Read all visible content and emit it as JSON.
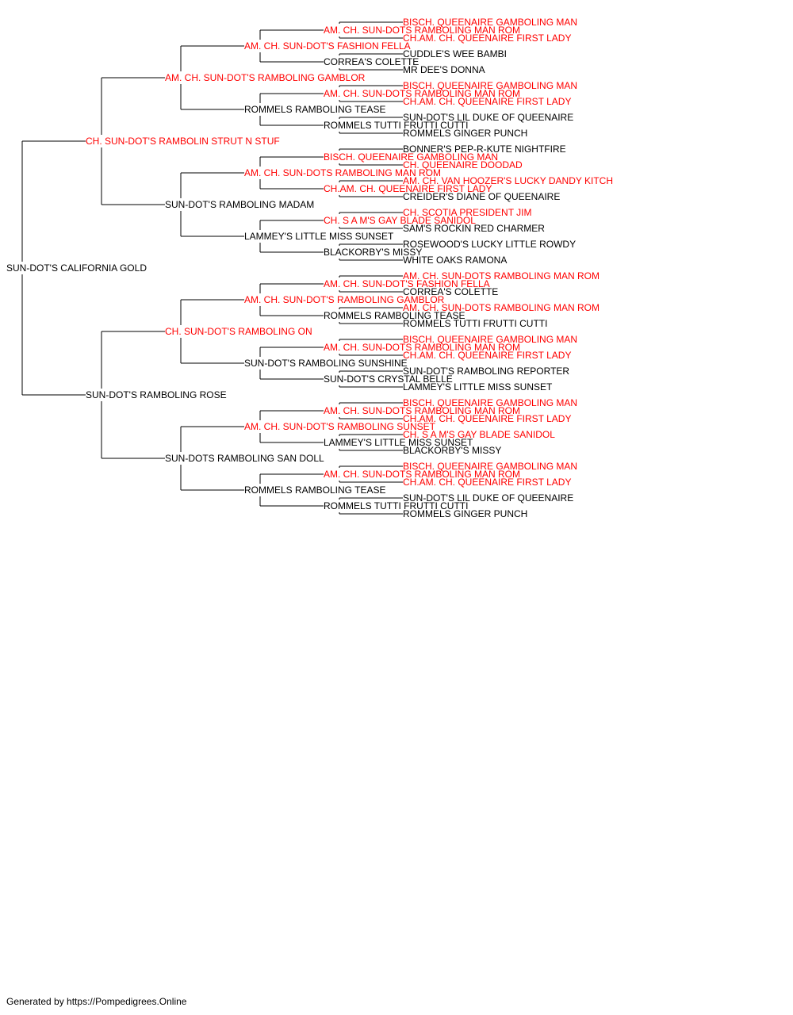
{
  "colors": {
    "titled": "#ff0000",
    "plain": "#000000",
    "line": "#000000"
  },
  "pedigree": {
    "name": "SUN-DOT'S CALIFORNIA GOLD",
    "titled": false,
    "sire": {
      "name": "CH. SUN-DOT'S RAMBOLIN STRUT N STUF",
      "titled": true,
      "sire": {
        "name": "AM. CH. SUN-DOT'S RAMBOLING GAMBLOR",
        "titled": true,
        "sire": {
          "name": "AM. CH. SUN-DOT'S FASHION FELLA",
          "titled": true,
          "sire": {
            "name": "AM. CH. SUN-DOTS RAMBOLING MAN ROM",
            "titled": true,
            "sire": {
              "name": "BISCH. QUEENAIRE GAMBOLING MAN",
              "titled": true
            },
            "dam": {
              "name": "CH.AM. CH. QUEENAIRE FIRST LADY",
              "titled": true
            }
          },
          "dam": {
            "name": "CORREA'S COLETTE",
            "titled": false,
            "sire": {
              "name": "CUDDLE'S WEE BAMBI",
              "titled": false
            },
            "dam": {
              "name": "MR DEE'S DONNA",
              "titled": false
            }
          }
        },
        "dam": {
          "name": "ROMMELS RAMBOLING TEASE",
          "titled": false,
          "sire": {
            "name": "AM. CH. SUN-DOTS RAMBOLING MAN ROM",
            "titled": true,
            "sire": {
              "name": "BISCH. QUEENAIRE GAMBOLING MAN",
              "titled": true
            },
            "dam": {
              "name": "CH.AM. CH. QUEENAIRE FIRST LADY",
              "titled": true
            }
          },
          "dam": {
            "name": "ROMMELS TUTTI FRUTTI CUTTI",
            "titled": false,
            "sire": {
              "name": "SUN-DOT'S LIL DUKE OF QUEENAIRE",
              "titled": false
            },
            "dam": {
              "name": "ROMMELS GINGER PUNCH",
              "titled": false
            }
          }
        }
      },
      "dam": {
        "name": "SUN-DOT'S RAMBOLING MADAM",
        "titled": false,
        "sire": {
          "name": "AM. CH. SUN-DOTS RAMBOLING MAN ROM",
          "titled": true,
          "sire": {
            "name": "BISCH. QUEENAIRE GAMBOLING MAN",
            "titled": true,
            "sire": {
              "name": "BONNER'S PEP-R-KUTE NIGHTFIRE",
              "titled": false
            },
            "dam": {
              "name": "CH. QUEENAIRE DOODAD",
              "titled": true
            }
          },
          "dam": {
            "name": "CH.AM. CH. QUEENAIRE FIRST LADY",
            "titled": true,
            "sire": {
              "name": "AM. CH. VAN HOOZER'S LUCKY DANDY KITCH",
              "titled": true
            },
            "dam": {
              "name": "CREIDER'S DIANE OF QUEENAIRE",
              "titled": false
            }
          }
        },
        "dam": {
          "name": "LAMMEY'S LITTLE MISS SUNSET",
          "titled": false,
          "sire": {
            "name": "CH. S A M'S GAY BLADE SANIDOL",
            "titled": true,
            "sire": {
              "name": "CH. SCOTIA PRESIDENT JIM",
              "titled": true
            },
            "dam": {
              "name": "SAM'S ROCKIN RED CHARMER",
              "titled": false
            }
          },
          "dam": {
            "name": "BLACKORBY'S MISSY",
            "titled": false,
            "sire": {
              "name": "ROSEWOOD'S LUCKY LITTLE ROWDY",
              "titled": false
            },
            "dam": {
              "name": "WHITE OAKS RAMONA",
              "titled": false
            }
          }
        }
      }
    },
    "dam": {
      "name": "SUN-DOT'S RAMBOLING ROSE",
      "titled": false,
      "sire": {
        "name": "CH. SUN-DOT'S RAMBOLING ON",
        "titled": true,
        "sire": {
          "name": "AM. CH. SUN-DOT'S RAMBOLING GAMBLOR",
          "titled": true,
          "sire": {
            "name": "AM. CH. SUN-DOT'S FASHION FELLA",
            "titled": true,
            "sire": {
              "name": "AM. CH. SUN-DOTS RAMBOLING MAN ROM",
              "titled": true
            },
            "dam": {
              "name": "CORREA'S COLETTE",
              "titled": false
            }
          },
          "dam": {
            "name": "ROMMELS RAMBOLING TEASE",
            "titled": false,
            "sire": {
              "name": "AM. CH. SUN-DOTS RAMBOLING MAN ROM",
              "titled": true
            },
            "dam": {
              "name": "ROMMELS TUTTI FRUTTI CUTTI",
              "titled": false
            }
          }
        },
        "dam": {
          "name": "SUN-DOT'S RAMBOLING SUNSHINE",
          "titled": false,
          "sire": {
            "name": "AM. CH. SUN-DOTS RAMBOLING MAN ROM",
            "titled": true,
            "sire": {
              "name": "BISCH. QUEENAIRE GAMBOLING MAN",
              "titled": true
            },
            "dam": {
              "name": "CH.AM. CH. QUEENAIRE FIRST LADY",
              "titled": true
            }
          },
          "dam": {
            "name": "SUN-DOT'S CRYSTAL BELLE",
            "titled": false,
            "sire": {
              "name": "SUN-DOT'S RAMBOLING REPORTER",
              "titled": false
            },
            "dam": {
              "name": "LAMMEY'S LITTLE MISS SUNSET",
              "titled": false
            }
          }
        }
      },
      "dam": {
        "name": "SUN-DOTS RAMBOLING SAN DOLL",
        "titled": false,
        "sire": {
          "name": "AM. CH. SUN-DOT'S RAMBOLING SUNSET",
          "titled": true,
          "sire": {
            "name": "AM. CH. SUN-DOTS RAMBOLING MAN ROM",
            "titled": true,
            "sire": {
              "name": "BISCH. QUEENAIRE GAMBOLING MAN",
              "titled": true
            },
            "dam": {
              "name": "CH.AM. CH. QUEENAIRE FIRST LADY",
              "titled": true
            }
          },
          "dam": {
            "name": "LAMMEY'S LITTLE MISS SUNSET",
            "titled": false,
            "sire": {
              "name": "CH. S A M'S GAY BLADE SANIDOL",
              "titled": true
            },
            "dam": {
              "name": "BLACKORBY'S MISSY",
              "titled": false
            }
          }
        },
        "dam": {
          "name": "ROMMELS RAMBOLING TEASE",
          "titled": false,
          "sire": {
            "name": "AM. CH. SUN-DOTS RAMBOLING MAN ROM",
            "titled": true,
            "sire": {
              "name": "BISCH. QUEENAIRE GAMBOLING MAN",
              "titled": true
            },
            "dam": {
              "name": "CH.AM. CH. QUEENAIRE FIRST LADY",
              "titled": true
            }
          },
          "dam": {
            "name": "ROMMELS TUTTI FRUTTI CUTTI",
            "titled": false,
            "sire": {
              "name": "SUN-DOT'S LIL DUKE OF QUEENAIRE",
              "titled": false
            },
            "dam": {
              "name": "ROMMELS GINGER PUNCH",
              "titled": false
            }
          }
        }
      }
    }
  },
  "footer": {
    "text": "Generated by https://Pompedigrees.Online"
  }
}
